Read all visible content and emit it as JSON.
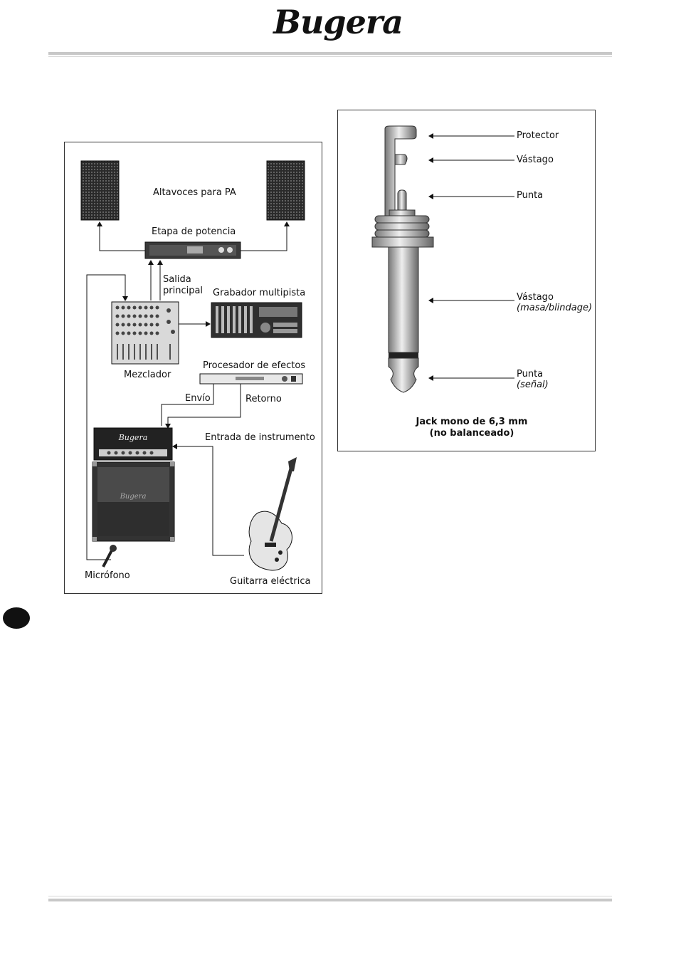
{
  "header": {
    "logo_text": "Bugera"
  },
  "setup_diagram": {
    "pa_speakers": "Altavoces para PA",
    "power_amp": "Etapa de potencia",
    "main_out": [
      "Salida",
      "principal"
    ],
    "multitrack": "Grabador multipista",
    "mixer": "Mezclador",
    "fx_processor": "Procesador de efectos",
    "send": "Envío",
    "return": "Retorno",
    "instrument_input": "Entrada de instrumento",
    "microphone": "Micrófono",
    "electric_guitar": "Guitarra eléctrica",
    "amp_logo": "Bugera"
  },
  "jack_diagram": {
    "labels": {
      "protector": "Protector",
      "sleeve_top": "Vástago",
      "tip_top": "Punta",
      "sleeve": "Vástago",
      "sleeve_note": "(masa/blindage)",
      "tip": "Punta",
      "tip_note": "(señal)"
    },
    "caption": [
      "Jack mono de 6,3 mm",
      "(no balanceado)"
    ]
  },
  "colors": {
    "rule": "#c8c8c8",
    "panel_border": "#333333",
    "equipment": "#3a3a3a"
  }
}
